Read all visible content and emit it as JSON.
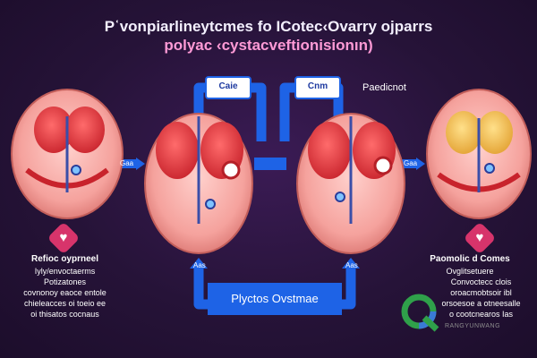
{
  "title": {
    "line1": "Pʿvonpiarlineytcmes fo ICotec‹Ovarry ojparrs",
    "line2": "polyac ‹cystacveftionisionın)"
  },
  "flow": {
    "box_left": "Caie",
    "box_mid": "Cnm",
    "label_right_top": "Paedicnot",
    "bottom_banner": "Plyctos Ovstmae",
    "arrow_labels": [
      "Gaa",
      "Gaa",
      "Aas",
      "Aas"
    ]
  },
  "left_panel": {
    "title": "Refioc oyprneel",
    "lines": [
      "Iyly/envoctaerms",
      "Potizatones",
      "covnonoy eaoce entole",
      "chieleacces oi toeio ee",
      "oi thisatos cocnaus"
    ]
  },
  "right_panel": {
    "title": "Paomolic d Comes",
    "lines": [
      "Ovglitsetuere",
      "Convoctecc clois",
      "oroacmobtsoir ibl",
      "orsoesoe a otneesalle",
      "o cootcnearos Ias"
    ]
  },
  "watermark": {
    "text": "RANGYUNWANG"
  },
  "colors": {
    "background": "#261338",
    "arrow_blue": "#1e63e6",
    "organ_red": "#e23a3f",
    "organ_pink": "#f7a9a5",
    "badge_pink": "#d7346b"
  },
  "icons": [
    "heart-icon",
    "q-logo-icon"
  ]
}
